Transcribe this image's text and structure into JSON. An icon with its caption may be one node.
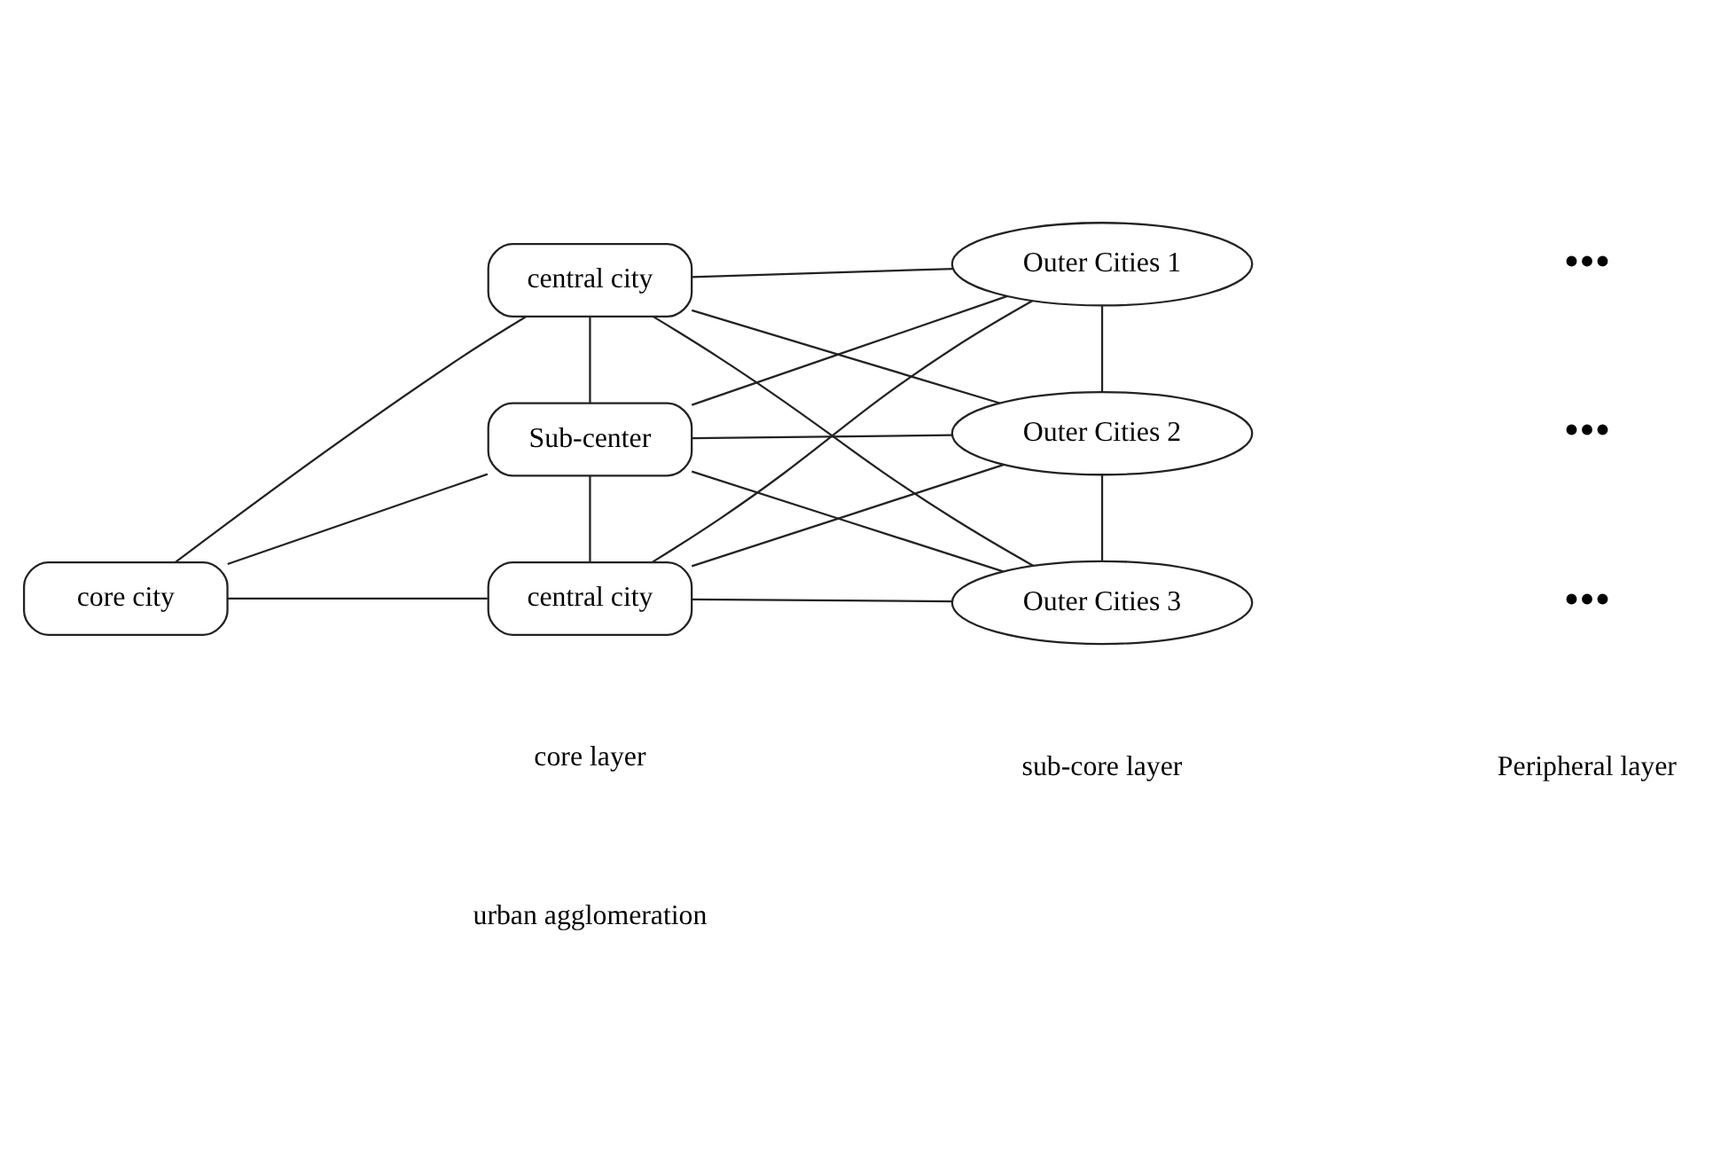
{
  "diagram": {
    "nodes": [
      {
        "text": [
          "core city"
        ]
      },
      {
        "text": [
          "central city"
        ]
      },
      {
        "text": [
          "Sub-center"
        ]
      },
      {
        "text": [
          "central city"
        ]
      },
      {
        "text": [
          "Outer Cities 1"
        ]
      },
      {
        "text": [
          "Outer Cities 2"
        ]
      },
      {
        "text": [
          "Outer Cities 3"
        ]
      }
    ],
    "edges": [
      {
        "from": 0,
        "to": 1,
        "arrow": "none"
      },
      {
        "from": 0,
        "to": 2,
        "arrow": "none"
      },
      {
        "from": 0,
        "to": 3,
        "arrow": "none"
      },
      {
        "from": 1,
        "to": 2,
        "arrow": "none"
      },
      {
        "from": 2,
        "to": 3,
        "arrow": "none"
      },
      {
        "from": 1,
        "to": 4,
        "arrow": "none"
      },
      {
        "from": 1,
        "to": 5,
        "arrow": "none"
      },
      {
        "from": 1,
        "to": 6,
        "arrow": "none"
      },
      {
        "from": 2,
        "to": 4,
        "arrow": "none"
      },
      {
        "from": 2,
        "to": 5,
        "arrow": "none"
      },
      {
        "from": 2,
        "to": 6,
        "arrow": "none"
      },
      {
        "from": 3,
        "to": 4,
        "arrow": "none"
      },
      {
        "from": 3,
        "to": 5,
        "arrow": "none"
      },
      {
        "from": 3,
        "to": 6,
        "arrow": "none"
      },
      {
        "from": 4,
        "to": 5,
        "arrow": "none"
      },
      {
        "from": 5,
        "to": 6,
        "arrow": "none"
      }
    ],
    "labels": [
      "core layer",
      "sub-core layer",
      "Peripheral layer",
      "•••",
      "•••",
      "•••",
      "urban agglomeration"
    ]
  }
}
